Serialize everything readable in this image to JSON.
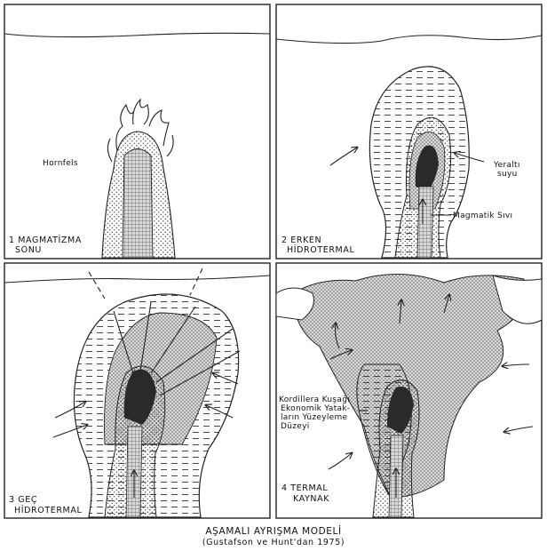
{
  "panels": {
    "p1": {
      "stage_line1": "1 MAGMATİZMA",
      "stage_line2": "SONU",
      "label_hornfels": "Hornfels"
    },
    "p2": {
      "stage_line1": "2  ERKEN",
      "stage_line2": "HİDROTERMAL",
      "label_groundwater_1": "Yeraltı",
      "label_groundwater_2": "suyu",
      "label_fluid": "Magmatik Sıvı"
    },
    "p3": {
      "stage_line1": "3 GEÇ",
      "stage_line2": "HİDROTERMAL"
    },
    "p4": {
      "stage_line1": "4  TERMAL",
      "stage_line2": "KAYNAK",
      "label_belt_1": "Kordillera Kuşağı",
      "label_belt_2": "Ekonomik Yatak-",
      "label_belt_3": "ların Yüzeyleme",
      "label_belt_4": "Düzeyi"
    }
  },
  "caption": {
    "title": "AŞAMALI  AYRIŞMA  MODELİ",
    "source": "(Gustafson ve Hunt'dan 1975)"
  },
  "colors": {
    "ink": "#222222",
    "paper": "#ffffff"
  }
}
